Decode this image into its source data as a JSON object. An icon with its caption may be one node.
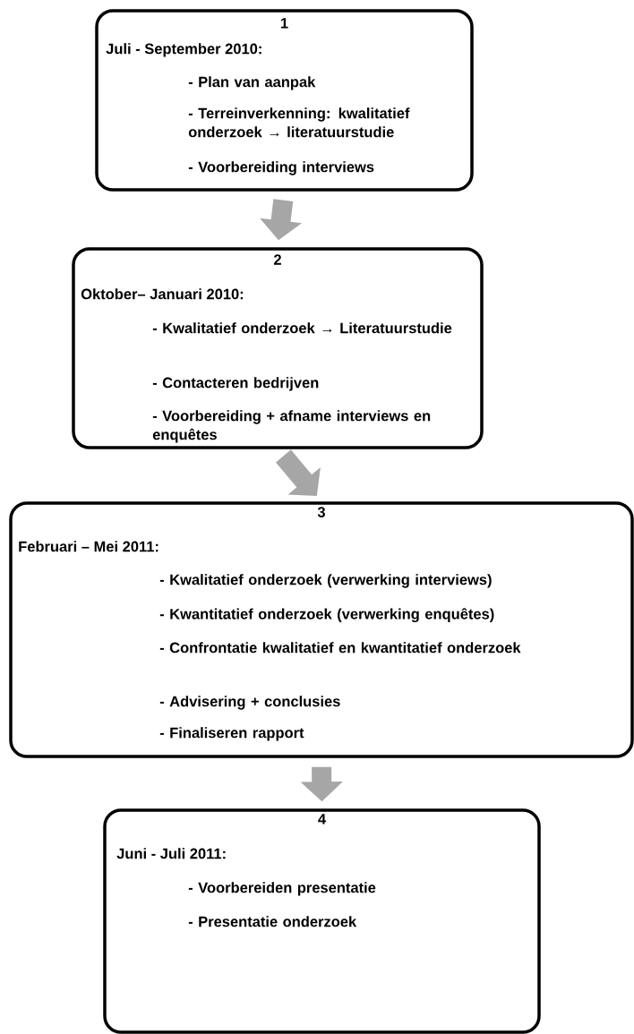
{
  "diagram": {
    "nodes": [
      {
        "text": [
          "1",
          "Juli - September 2010:",
          "- Plan van aanpak",
          "- Terreinverkenning: kwalitatief onderzoek → literatuurstudie",
          "- Voorbereiding interviews"
        ]
      },
      {
        "text": [
          "2",
          "Oktober– Januari 2010:",
          "- Kwalitatief onderzoek → Literatuurstudie",
          "- Contacteren bedrijven",
          "- Voorbereiding + afname interviews en enquêtes"
        ]
      },
      {
        "text": [
          "3",
          "Februari – Mei 2011:",
          "- Kwalitatief onderzoek (verwerking interviews)",
          "- Kwantitatief onderzoek (verwerking enquêtes)",
          "- Confrontatie kwalitatief en kwantitatief onderzoek",
          "- Advisering + conclusies",
          "- Finaliseren rapport"
        ]
      },
      {
        "text": [
          "4",
          "Juni - Juli 2011:",
          "- Voorbereiden presentatie",
          "- Presentatie onderzoek"
        ]
      }
    ],
    "edges": [
      {
        "from": 0,
        "to": 1,
        "arrow": "to"
      },
      {
        "from": 1,
        "to": 2,
        "arrow": "to"
      },
      {
        "from": 2,
        "to": 3,
        "arrow": "to"
      }
    ]
  }
}
